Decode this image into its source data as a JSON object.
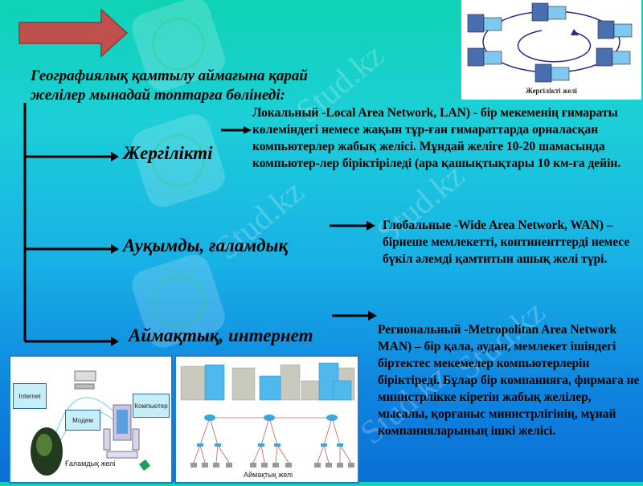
{
  "slide": {
    "intro_line1": "Географиялық қамтылу аймағына қарай",
    "intro_line2": "желілер мынадай топтарға бөлінеді:",
    "categories": [
      {
        "label": "Жергілікті"
      },
      {
        "label": "Ауқымды, ғаламдық"
      },
      {
        "label": "Аймақтық, интернет"
      }
    ],
    "descriptions": {
      "lan": "Локальный -Local Area Network, LAN) - бір мекеменің ғимараты көлеміндегі немесе жақын тұр-ған ғимараттарда орналасқан компьютерлер жабық желісі. Мұндай желіге 10-20 шамасында компьютер-лер біріктіріледі (ара қашықтықтары 10 км-ға дейін.",
      "wan": "Глобальные -Wide Area Network, WAN) – бірнеше мемлекетті, континенттерді немесе бүкіл әлемді қамтитын ашық желі түрі.",
      "man": "Региональный  -Metropolitan Area Network MAN) – бір қала, аудан, мемлекет ішіндегі біртектес мекемелер компьютерлерін біріктіреді. Бұлар бір компанияға, фирмаға не министрлікке кіретін жабық желілер, мысалы, қорғаныс министрлігінің, мұнай компанияларының ішкі желісі."
    },
    "images": {
      "ring_caption": "Жергілікті желі",
      "global_caption": "Ғаламдық желі",
      "global_labels": {
        "internet": "Internet",
        "modem": "Модем",
        "computer": "Компьютер"
      },
      "regional_caption": "Аймақтық желі"
    },
    "watermark": "Stud.kz",
    "colors": {
      "arrow_red": "#c0504d",
      "arrow_border": "#8c3a36",
      "text": "#000000"
    }
  }
}
